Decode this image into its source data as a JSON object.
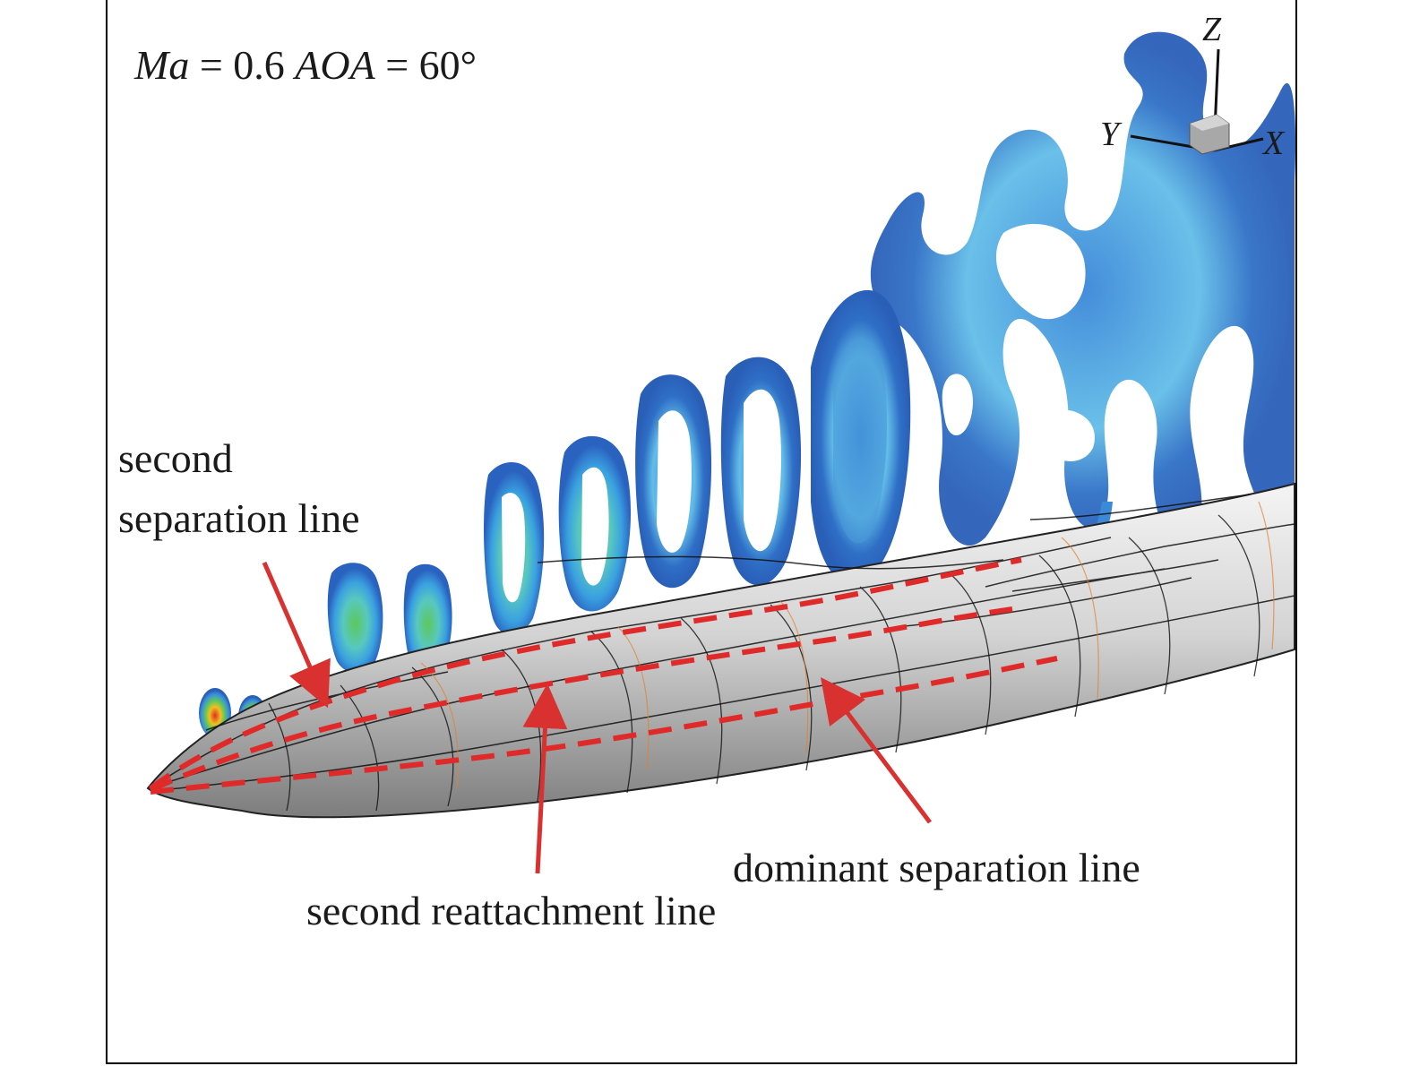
{
  "figure": {
    "title_parts": {
      "ma_symbol": "Ma",
      "ma_value": " = 0.6 ",
      "aoa_symbol": "AOA",
      "aoa_value": " = 60°"
    },
    "axes_triad": {
      "z": "Z",
      "y": "Y",
      "x": "X"
    },
    "annotations": {
      "second_separation_line_1": "second",
      "second_separation_line_2": "separation line",
      "second_reattachment_line": "second reattachment line",
      "dominant_separation_line": "dominant separation line"
    },
    "colors": {
      "dashed_lines": "#e02a2a",
      "arrows": "#d93030",
      "body_light": "#f2f2f2",
      "body_dark": "#8a8a8a",
      "vortex_blue": "#2f6fc6",
      "vortex_cyan": "#4fc3e8",
      "vortex_green": "#5cc85a",
      "vortex_red": "#e03020"
    }
  }
}
